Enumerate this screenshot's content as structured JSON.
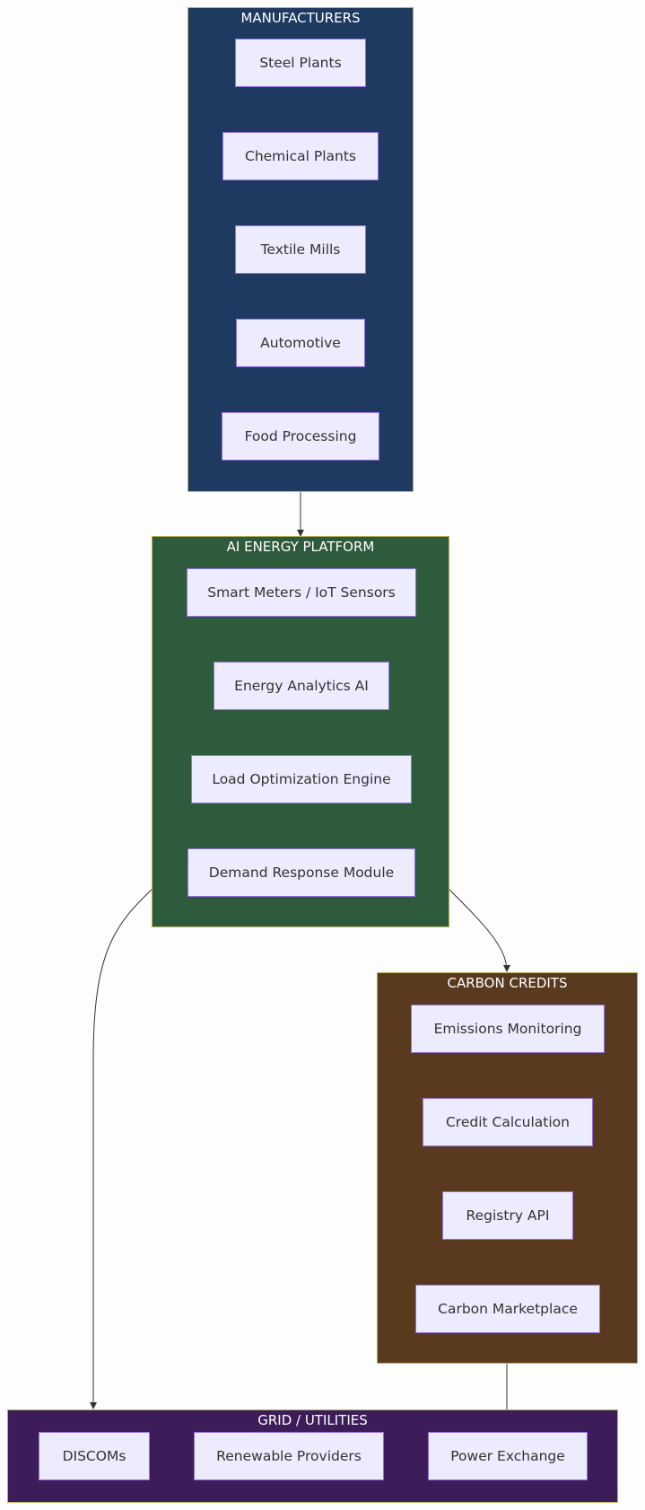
{
  "colors": {
    "manufacturers_bg": "#1f3a60",
    "platform_bg": "#2e5b3c",
    "carbon_bg": "#5a3a1f",
    "grid_bg": "#3c1d59",
    "node_bg": "#ececfe",
    "node_border": "#9370db",
    "group_border": "#b8b35a",
    "edge": "#333333"
  },
  "manufacturers": {
    "title": "MANUFACTURERS",
    "nodes": [
      "Steel Plants",
      "Chemical Plants",
      "Textile Mills",
      "Automotive",
      "Food Processing"
    ]
  },
  "platform": {
    "title": "AI ENERGY PLATFORM",
    "nodes": [
      "Smart Meters / IoT Sensors",
      "Energy Analytics AI",
      "Load Optimization Engine",
      "Demand Response Module"
    ]
  },
  "carbon": {
    "title": "CARBON CREDITS",
    "nodes": [
      "Emissions Monitoring",
      "Credit Calculation",
      "Registry API",
      "Carbon Marketplace"
    ]
  },
  "grid": {
    "title": "GRID / UTILITIES",
    "nodes": [
      "DISCOMs",
      "Renewable Providers",
      "Power Exchange"
    ]
  }
}
